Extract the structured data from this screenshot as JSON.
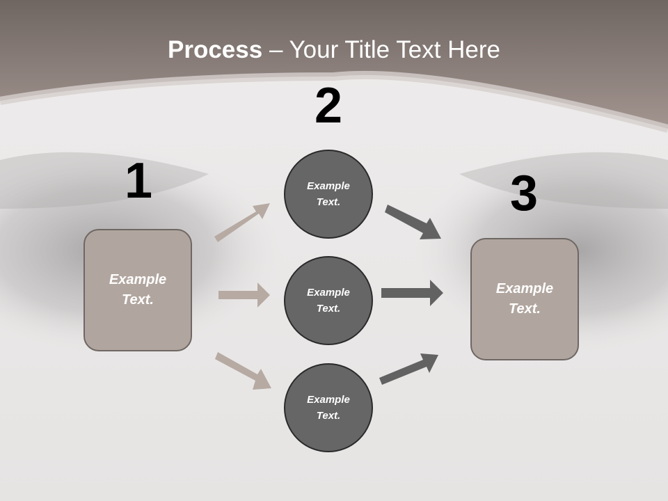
{
  "title": {
    "bold": "Process",
    "rest": " – Your Title Text Here"
  },
  "steps": {
    "one": {
      "number": "1",
      "text": "Example Text."
    },
    "two": {
      "number": "2",
      "items": [
        "Example Text.",
        "Example Text.",
        "Example Text."
      ]
    },
    "three": {
      "number": "3",
      "text": "Example Text."
    }
  },
  "colors": {
    "header": "#8c8079",
    "box_fill": "#b1a69f",
    "circle_fill": "#666666",
    "arrow_light": "#b6aaa3",
    "arrow_dark": "#626262"
  }
}
